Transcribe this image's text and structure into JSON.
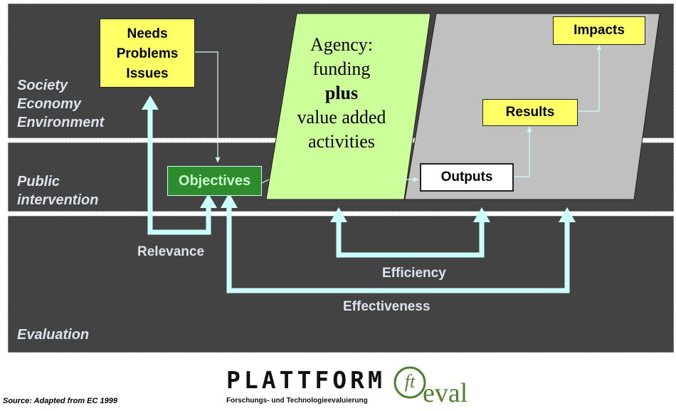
{
  "bands": {
    "society": "Society\nEconomy\nEnvironment",
    "public": "Public\nintervention",
    "evaluation": "Evaluation"
  },
  "boxes": {
    "needs": "Needs\nProblems\nIssues",
    "objectives": "Objectives",
    "agency": [
      "Agency:",
      "funding",
      "plus",
      "value added",
      "activities"
    ],
    "outputs": "Outputs",
    "results": "Results",
    "impacts": "Impacts"
  },
  "evaluation_criteria": {
    "relevance": "Relevance",
    "efficiency": "Efficiency",
    "effectiveness": "Effectiveness"
  },
  "logo": {
    "word": "PLATTFORM",
    "mark": "ft",
    "eval": "eval",
    "subtitle": "Forschungs- und Technologieevaluierung"
  },
  "source": "Source: Adapted from  EC 1999",
  "colors": {
    "band": "#434343",
    "label_text": "#dde4ee",
    "yellow_box": "#ffff66",
    "objectives_green": "#2e8b2e",
    "agency_green": "#ccff99",
    "outcomes_gray": "#c0c0c0",
    "arrow": "#ccffff"
  }
}
